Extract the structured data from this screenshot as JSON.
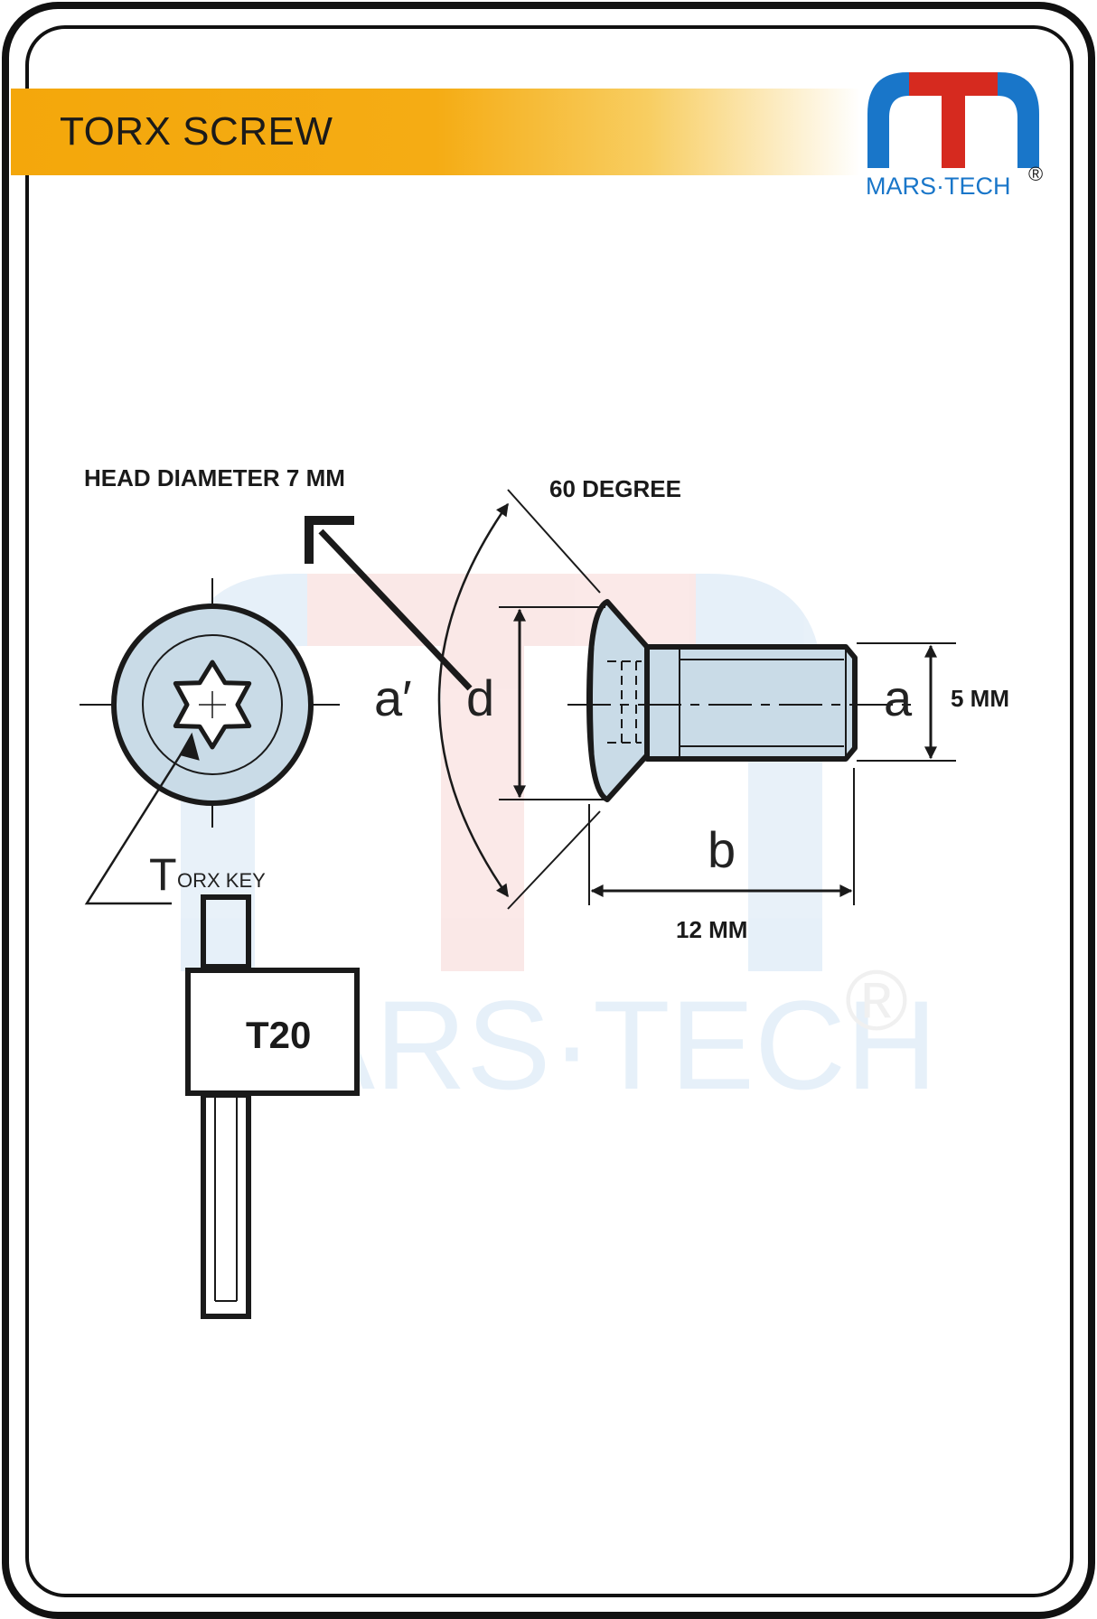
{
  "title": "TORX SCREW",
  "logo": {
    "text": "MARS·TECH",
    "registered": "®",
    "blue": "#1976c9",
    "red": "#d62a1f"
  },
  "watermark": {
    "text": "MARS·TECH",
    "registered": "®"
  },
  "labels": {
    "head_diameter": "HEAD DIAMETER 7 MM",
    "angle": "60 DEGREE",
    "thread_diameter": "5 MM",
    "length": "12 MM",
    "torx_key_initial": "T",
    "torx_key_rest": "ORX KEY",
    "key_size": "T20"
  },
  "symbols": {
    "a_prime": "a′",
    "d": "d",
    "a": "a",
    "b": "b"
  },
  "colors": {
    "banner": "#f4a70b",
    "steel": "#c9dbe7",
    "outline": "#1a1a1a"
  }
}
